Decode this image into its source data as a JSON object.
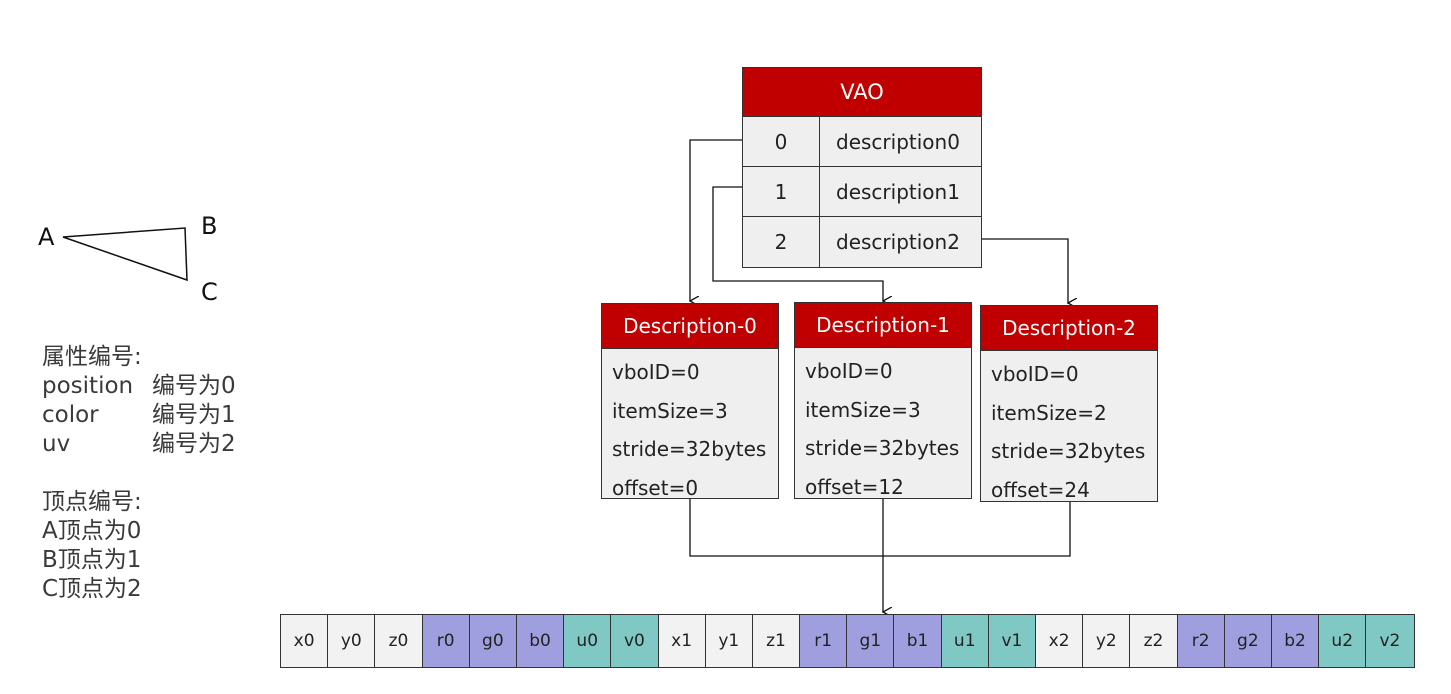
{
  "triangle": {
    "labels": {
      "a": "A",
      "b": "B",
      "c": "C"
    }
  },
  "legend": {
    "attr_title": "属性编号:",
    "attrs": [
      {
        "name": "position",
        "value": "编号为0"
      },
      {
        "name": "color",
        "value": "编号为1"
      },
      {
        "name": "uv",
        "value": "编号为2"
      }
    ],
    "vertex_title": "顶点编号:",
    "vertices": [
      "A顶点为0",
      "B顶点为1",
      "C顶点为2"
    ]
  },
  "vao": {
    "title": "VAO",
    "rows": [
      {
        "index": "0",
        "desc": "description0"
      },
      {
        "index": "1",
        "desc": "description1"
      },
      {
        "index": "2",
        "desc": "description2"
      }
    ]
  },
  "descriptions": [
    {
      "title": "Description-0",
      "lines": [
        "vboID=0",
        "itemSize=3",
        "stride=32bytes",
        "offset=0"
      ]
    },
    {
      "title": "Description-1",
      "lines": [
        "vboID=0",
        "itemSize=3",
        "stride=32bytes",
        "offset=12"
      ]
    },
    {
      "title": "Description-2",
      "lines": [
        "vboID=0",
        "itemSize=2",
        "stride=32bytes",
        "offset=24"
      ]
    }
  ],
  "buffer": {
    "colors": {
      "position": "#f2f2f2",
      "color": "#9f9fdf",
      "uv": "#7fc8c4",
      "header": "#c00000"
    },
    "cells": [
      {
        "text": "x0",
        "kind": "position"
      },
      {
        "text": "y0",
        "kind": "position"
      },
      {
        "text": "z0",
        "kind": "position"
      },
      {
        "text": "r0",
        "kind": "color"
      },
      {
        "text": "g0",
        "kind": "color"
      },
      {
        "text": "b0",
        "kind": "color"
      },
      {
        "text": "u0",
        "kind": "uv"
      },
      {
        "text": "v0",
        "kind": "uv"
      },
      {
        "text": "x1",
        "kind": "position"
      },
      {
        "text": "y1",
        "kind": "position"
      },
      {
        "text": "z1",
        "kind": "position"
      },
      {
        "text": "r1",
        "kind": "color"
      },
      {
        "text": "g1",
        "kind": "color"
      },
      {
        "text": "b1",
        "kind": "color"
      },
      {
        "text": "u1",
        "kind": "uv"
      },
      {
        "text": "v1",
        "kind": "uv"
      },
      {
        "text": "x2",
        "kind": "position"
      },
      {
        "text": "y2",
        "kind": "position"
      },
      {
        "text": "z2",
        "kind": "position"
      },
      {
        "text": "r2",
        "kind": "color"
      },
      {
        "text": "g2",
        "kind": "color"
      },
      {
        "text": "b2",
        "kind": "color"
      },
      {
        "text": "u2",
        "kind": "uv"
      },
      {
        "text": "v2",
        "kind": "uv"
      }
    ]
  }
}
